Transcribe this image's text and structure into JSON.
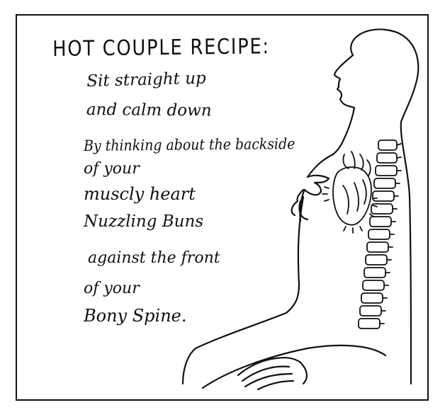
{
  "title": "HOT COUPLE RECIPE:",
  "lines": [
    "Sit straight up",
    "and calm down",
    "By thinking about the backside",
    "of your",
    "muscly heart",
    "Nuzzling Buns",
    "against the front",
    "of your",
    "Bony Spine."
  ],
  "illustration": {
    "figure": "seated-torso-outline",
    "heart": "anatomical-heart",
    "spine": "vertebral-column",
    "line_color": "#111111",
    "background_color": "#ffffff"
  }
}
